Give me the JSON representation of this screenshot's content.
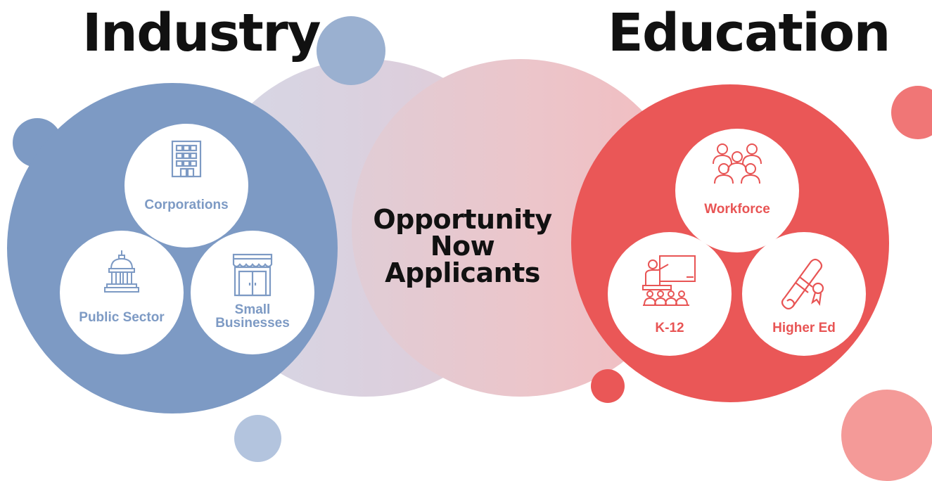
{
  "headings": {
    "left": "Industry",
    "right": "Education"
  },
  "center": {
    "line1": "Opportunity",
    "line2": "Now",
    "line3": "Applicants"
  },
  "industry": {
    "color": "#7d9ac4",
    "nodes": [
      {
        "label": "Corporations",
        "icon": "office-building-icon"
      },
      {
        "label": "Public Sector",
        "icon": "capitol-building-icon"
      },
      {
        "label_line1": "Small",
        "label_line2": "Businesses",
        "icon": "storefront-icon"
      }
    ]
  },
  "education": {
    "color": "#ea5757",
    "nodes": [
      {
        "label": "Workforce",
        "icon": "people-group-icon"
      },
      {
        "label": "K-12",
        "icon": "classroom-teacher-icon"
      },
      {
        "label": "Higher Ed",
        "icon": "diploma-scroll-icon"
      }
    ]
  }
}
